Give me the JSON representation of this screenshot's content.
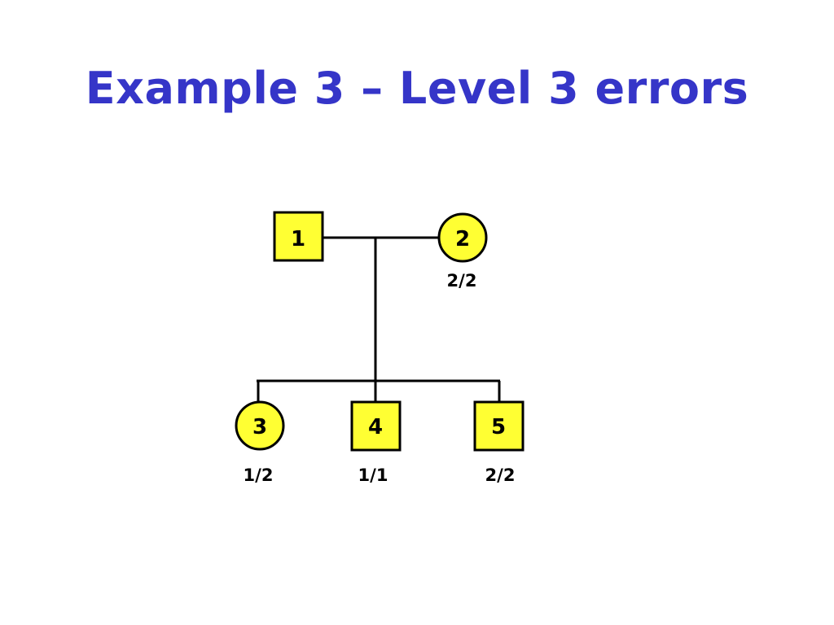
{
  "title": "Example 3 – Level 3 errors",
  "colors": {
    "title": "#3535c8",
    "node_fill": "#ffff33",
    "stroke": "#000000"
  },
  "pedigree": {
    "individuals": [
      {
        "id": "1",
        "sex": "male",
        "genotype": ""
      },
      {
        "id": "2",
        "sex": "female",
        "genotype": "2/2"
      },
      {
        "id": "3",
        "sex": "female",
        "genotype": "1/2"
      },
      {
        "id": "4",
        "sex": "male",
        "genotype": "1/1"
      },
      {
        "id": "5",
        "sex": "male",
        "genotype": "2/2"
      }
    ],
    "parents": [
      "1",
      "2"
    ],
    "children": [
      "3",
      "4",
      "5"
    ]
  }
}
